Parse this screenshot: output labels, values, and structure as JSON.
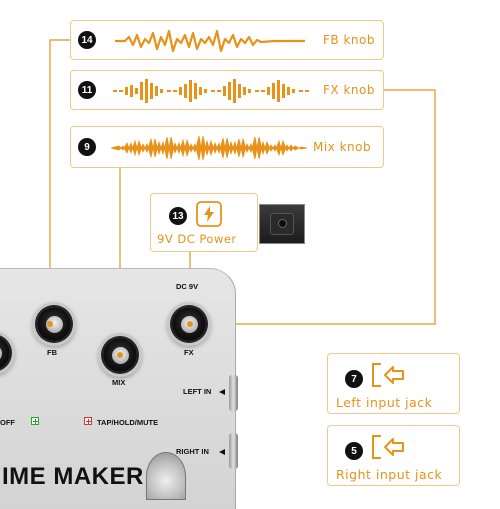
{
  "callouts": {
    "fb": {
      "number": "14",
      "label": "FB knob"
    },
    "fx": {
      "number": "11",
      "label": "FX knob"
    },
    "mix": {
      "number": "9",
      "label": "Mix knob"
    },
    "power": {
      "number": "13",
      "label": "9V DC Power"
    },
    "left_in": {
      "number": "7",
      "label": "Left input jack"
    },
    "right_in": {
      "number": "5",
      "label": "Right input jack"
    }
  },
  "pedal": {
    "dc_label": "DC 9V",
    "fb_label": "FB",
    "mix_label": "MIX",
    "fx_label": "FX",
    "left_in_label": "LEFT IN",
    "right_in_label": "RIGHT IN",
    "off_label": "OFF",
    "tap_label": "TAP/HOLD/MUTE",
    "name": "IME MAKER"
  },
  "colors": {
    "accent": "#e8921a",
    "card_border": "#f2c988",
    "pedal_body": "#d9d9d9"
  },
  "icons": {
    "power": "lightning-icon",
    "input": "arrow-in-icon"
  }
}
